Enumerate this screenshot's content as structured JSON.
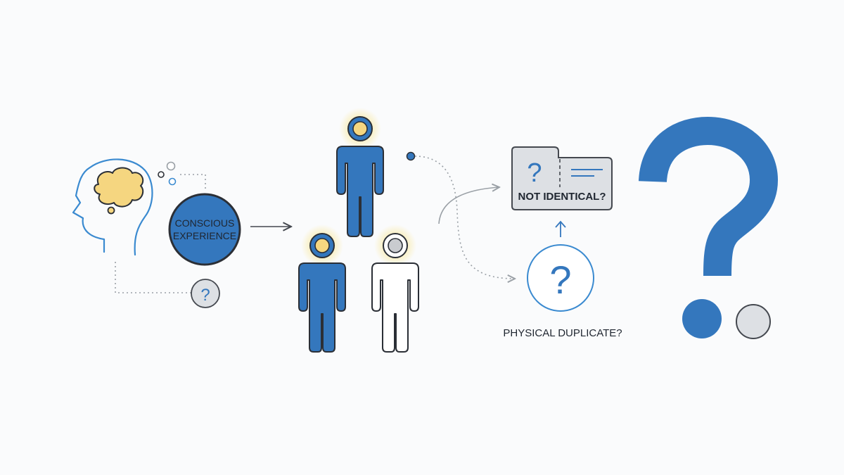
{
  "labels": {
    "conscious_line1": "CONSCIOUS",
    "conscious_line2": "EXPERIENCE",
    "not_identical": "NOT IDENTICAL?",
    "physical_duplicate": "PHYSICAL DUPLICATE?",
    "question_mark": "?"
  },
  "colors": {
    "background": "#fafbfc",
    "blue": "#3477bd",
    "dark_outline": "#2b2f36",
    "light_blue_outline": "#3a8ad0",
    "brain_yellow": "#f5d680",
    "glow_yellow": "#f7e48c",
    "gray_fill": "#dde0e4",
    "connector_gray": "#9aa0a6"
  },
  "icons": [
    "head-profile-icon",
    "brain-icon",
    "thought-bubble-icon",
    "person-icon",
    "question-mark-icon",
    "arrow-icon"
  ]
}
